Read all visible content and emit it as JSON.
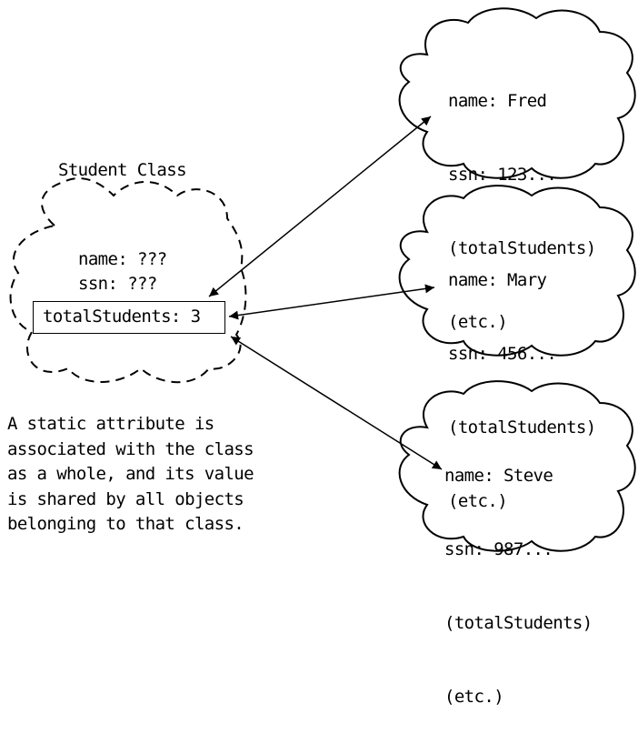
{
  "class_cloud": {
    "title": "Student Class",
    "attr_name": "name: ???",
    "attr_ssn": "ssn: ???",
    "static_attr": "totalStudents: 3"
  },
  "objects": [
    {
      "name": "name: Fred",
      "ssn": "ssn: 123...",
      "total": "(totalStudents)",
      "etc": "(etc.)"
    },
    {
      "name": "name: Mary",
      "ssn": "ssn: 456...",
      "total": "(totalStudents)",
      "etc": "(etc.)"
    },
    {
      "name": "name: Steve",
      "ssn": "ssn: 987...",
      "total": "(totalStudents)",
      "etc": "(etc.)"
    }
  ],
  "caption": [
    "A static attribute is",
    "associated with the class",
    "as a whole, and its value",
    "is shared by all objects",
    "belonging to that class."
  ]
}
